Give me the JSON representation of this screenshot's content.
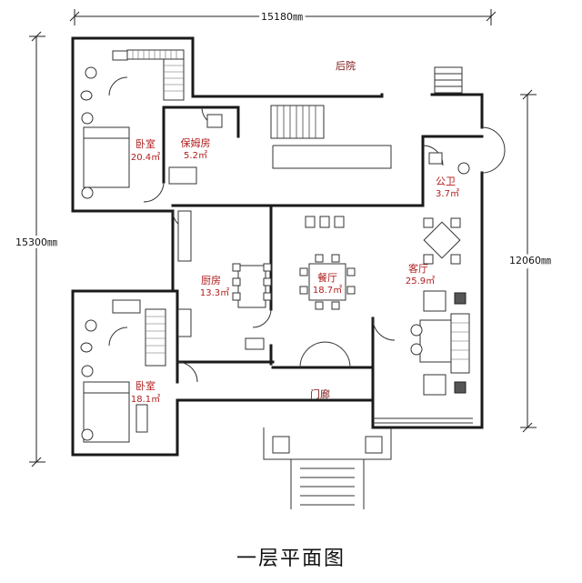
{
  "title": "一层平面图",
  "dimensions": {
    "top": "15180㎜",
    "left": "15300㎜",
    "right": "12060㎜"
  },
  "rooms": {
    "backyard": {
      "name": "后院"
    },
    "bedroom_top": {
      "name": "卧室",
      "area": "20.4㎡"
    },
    "maid_room": {
      "name": "保姆房",
      "area": "5.2㎡"
    },
    "public_wc": {
      "name": "公卫",
      "area": "3.7㎡"
    },
    "kitchen": {
      "name": "厨房",
      "area": "13.3㎡"
    },
    "dining": {
      "name": "餐厅",
      "area": "18.7㎡"
    },
    "living": {
      "name": "客厅",
      "area": "25.9㎡"
    },
    "bedroom_bottom": {
      "name": "卧室",
      "area": "18.1㎡"
    },
    "porch": {
      "name": "门廊"
    }
  }
}
